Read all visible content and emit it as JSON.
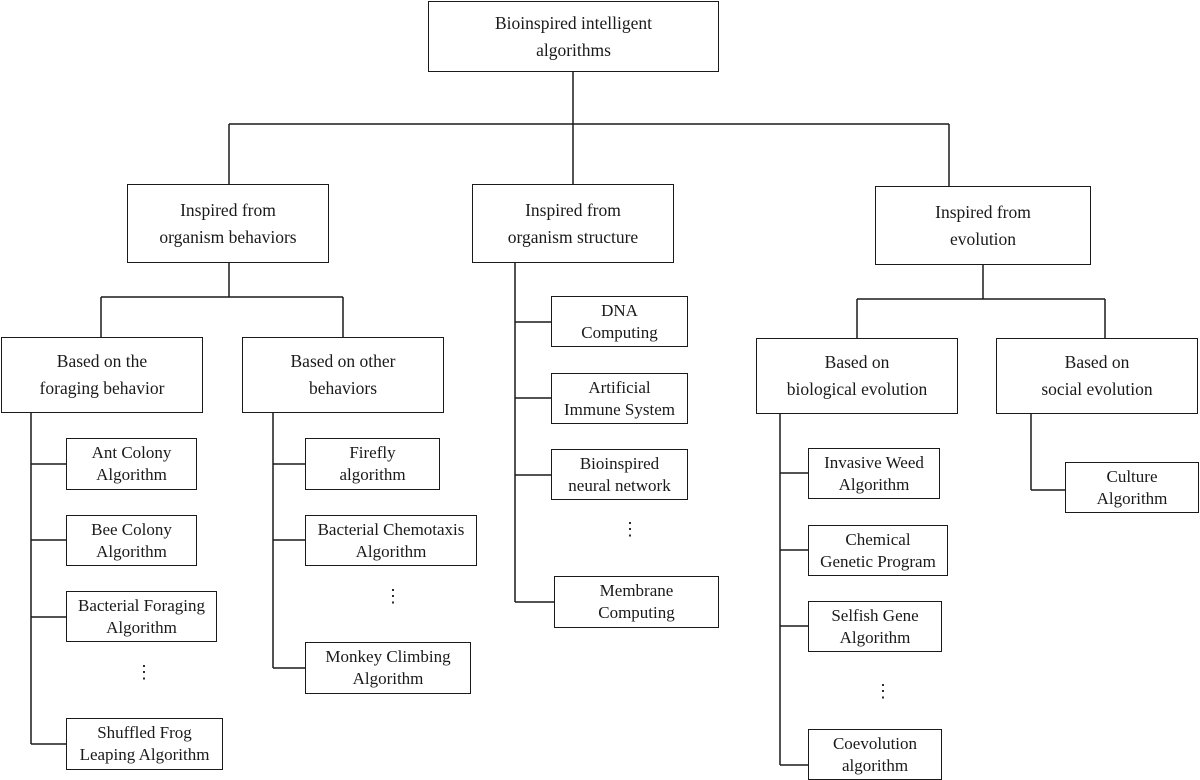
{
  "diagram": {
    "root": "Bioinspired intelligent\nalgorithms",
    "categories": {
      "behaviors": "Inspired from\norganism behaviors",
      "structure": "Inspired from\norganism structure",
      "evolution": "Inspired from\nevolution"
    },
    "subcategories": {
      "foraging": "Based on the\nforaging behavior",
      "other_behaviors": "Based on other\nbehaviors",
      "biological": "Based on\nbiological evolution",
      "social": "Based on\nsocial evolution"
    },
    "leaves": {
      "ant_colony": "Ant Colony\nAlgorithm",
      "bee_colony": "Bee Colony\nAlgorithm",
      "bacterial_foraging": "Bacterial Foraging\nAlgorithm",
      "shuffled_frog": "Shuffled Frog\nLeaping Algorithm",
      "firefly": "Firefly\nalgorithm",
      "bacterial_chemotaxis": "Bacterial Chemotaxis\nAlgorithm",
      "monkey_climbing": "Monkey Climbing\nAlgorithm",
      "dna_computing": "DNA\nComputing",
      "immune_system": "Artificial\nImmune System",
      "neural_network": "Bioinspired\nneural network",
      "membrane_computing": "Membrane\nComputing",
      "invasive_weed": "Invasive Weed\nAlgorithm",
      "chemical_genetic": "Chemical\nGenetic Program",
      "selfish_gene": "Selfish Gene\nAlgorithm",
      "coevolution": "Coevolution\nalgorithm",
      "culture": "Culture\nAlgorithm"
    },
    "ellipsis": "⋮"
  }
}
